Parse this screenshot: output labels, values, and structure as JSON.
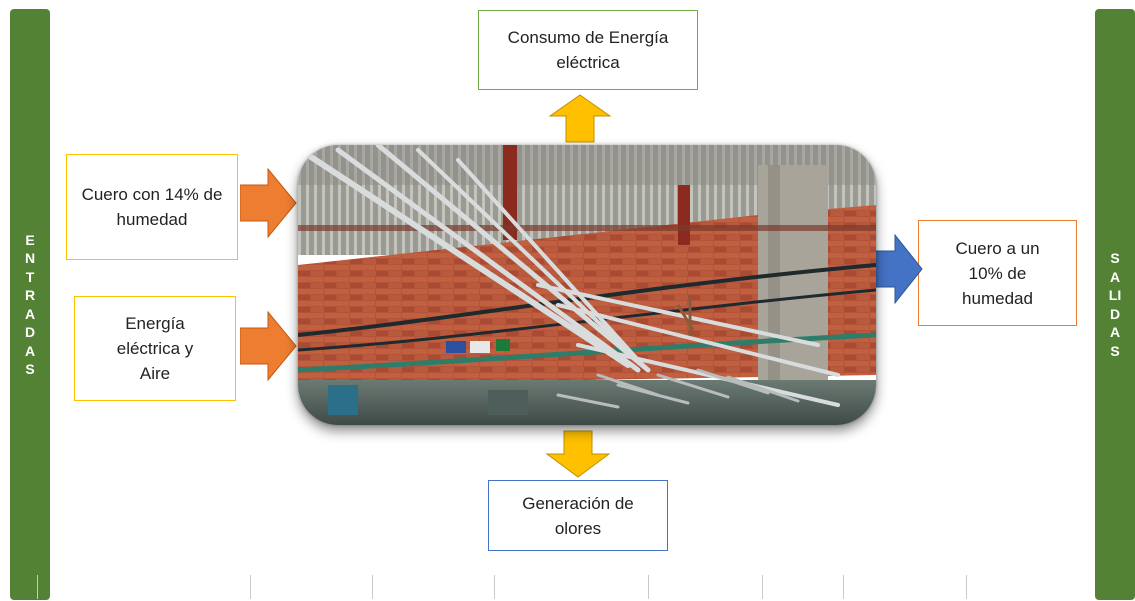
{
  "left_bar": {
    "label": "ENTRADAS"
  },
  "right_bar": {
    "label": "SALIDAS"
  },
  "inputs": [
    {
      "label": "Cuero con 14% de humedad"
    },
    {
      "label": "Energía eléctrica y Aire"
    }
  ],
  "top_output": {
    "label": "Consumo de Energía eléctrica"
  },
  "right_output": {
    "label": "Cuero a un 10% de humedad"
  },
  "bottom_output": {
    "label": "Generación de olores"
  },
  "colors": {
    "side_bar": "#548235",
    "input_arrow": "#ed7d31",
    "up_down_arrow": "#ffc000",
    "right_arrow": "#4472c4"
  }
}
